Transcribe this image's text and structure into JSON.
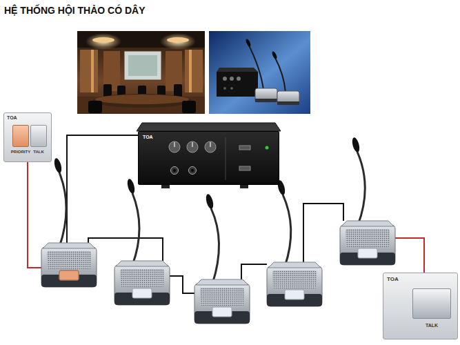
{
  "diagram": {
    "title": "HỆ THỐNG HỘI THẢO CÓ DÂY",
    "nodes": [
      {
        "text": [
          "TOA",
          "PRIORITY",
          "TALK"
        ]
      },
      {
        "text": [
          "TOA"
        ]
      },
      {
        "text": [
          "TOA",
          "TALK"
        ]
      }
    ]
  }
}
